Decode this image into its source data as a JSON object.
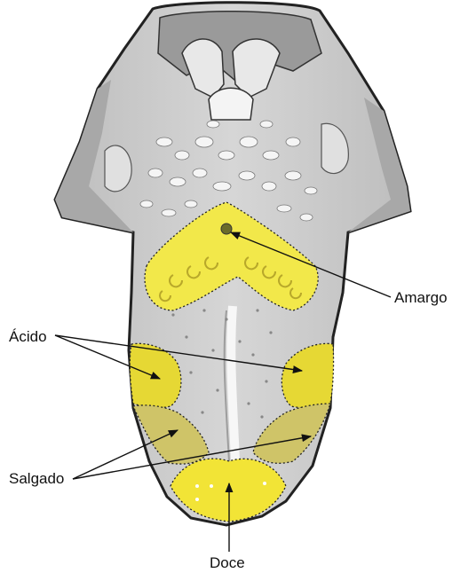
{
  "labels": {
    "bitter": "Amargo",
    "sour": "Ácido",
    "salty": "Salgado",
    "sweet": "Doce"
  },
  "colors": {
    "taste_zone": "#f2e84a",
    "taste_zone_shadow": "#d4c21a",
    "tongue_gray": "#c9c9c9",
    "tongue_dark": "#8f8f8f",
    "outline": "#222222"
  }
}
